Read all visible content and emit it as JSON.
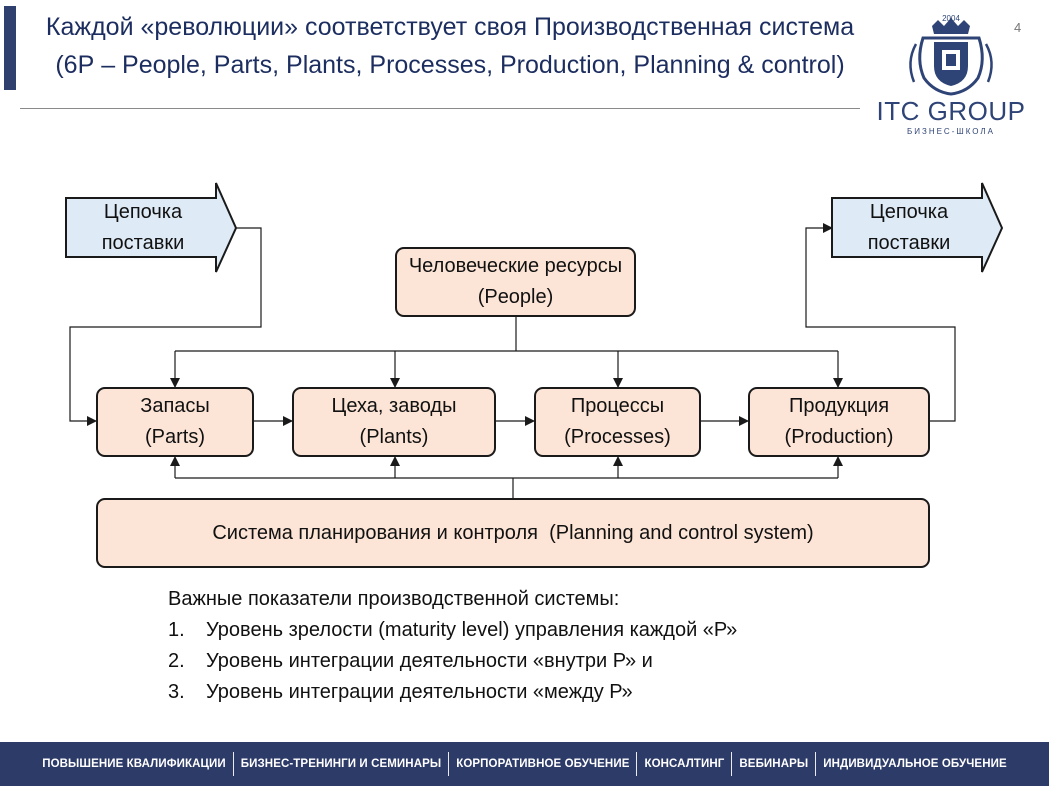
{
  "page": {
    "title": "Каждой «революции» соответствует своя Производственная система (6Р – People, Parts, Plants, Processes, Production, Planning & control)",
    "page_number": "4"
  },
  "logo": {
    "year": "2004",
    "name": "ITC GROUP",
    "subtitle": "БИЗНЕС-ШКОЛА"
  },
  "diagram": {
    "supply_in": "Цепочка поставки",
    "supply_out": "Цепочка поставки",
    "people": "Человеческие ресурсы (People)",
    "parts": "Запасы (Parts)",
    "plants": "Цеха, заводы (Plants)",
    "processes": "Процессы (Processes)",
    "production": "Продукция (Production)",
    "planning": "Система планирования и контроля  (Planning and control system)"
  },
  "notes": {
    "heading": "Важные показатели производственной системы:",
    "items": [
      {
        "num": "1.",
        "text": "Уровень зрелости (maturity level) управления каждой «Р»"
      },
      {
        "num": "2.",
        "text": "Уровень интеграции деятельности «внутри Р» и"
      },
      {
        "num": "3.",
        "text": "Уровень интеграции деятельности «между Р»"
      }
    ]
  },
  "nav": [
    "ПОВЫШЕНИЕ КВАЛИФИКАЦИИ",
    "БИЗНЕС-ТРЕНИНГИ И СЕМИНАРЫ",
    "КОРПОРАТИВНОЕ ОБУЧЕНИЕ",
    "КОНСАЛТИНГ",
    "ВЕБИНАРЫ",
    "ИНДИВИДУАЛЬНОЕ ОБУЧЕНИЕ"
  ],
  "colors": {
    "title": "#1c2d5f",
    "box_fill": "#fce4d6",
    "arrow_fill": "#deebf7",
    "bottom_bar": "#2d3b69"
  }
}
